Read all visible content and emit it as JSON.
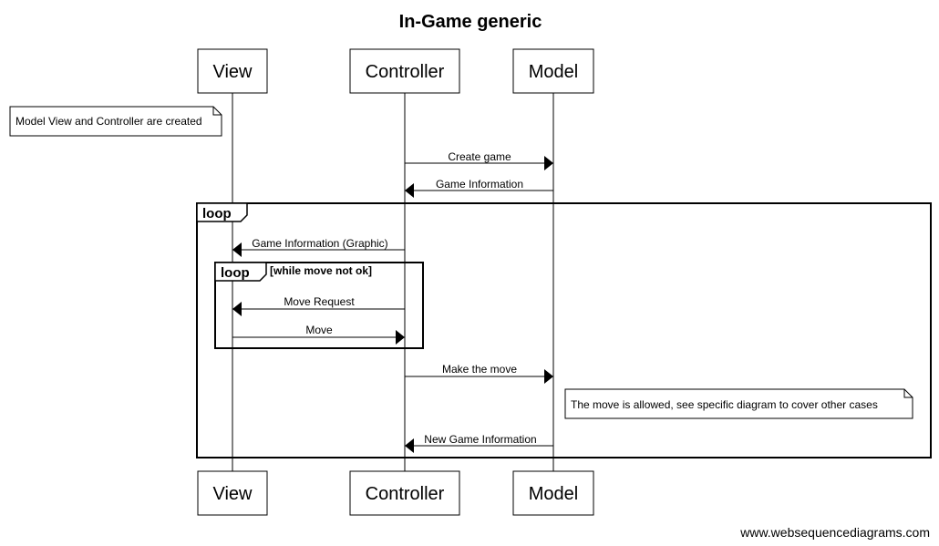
{
  "title": "In-Game generic",
  "actors": {
    "view": "View",
    "controller": "Controller",
    "model": "Model"
  },
  "notes": {
    "created": "Model View and Controller are created",
    "allowed": "The move is allowed, see specific diagram to cover other cases"
  },
  "messages": {
    "create_game": "Create game",
    "game_information": "Game Information",
    "game_information_graphic": "Game Information (Graphic)",
    "move_request": "Move Request",
    "move": "Move",
    "make_the_move": "Make the move",
    "new_game_information": "New Game Information"
  },
  "loops": {
    "outer_label": "loop",
    "inner_label": "loop",
    "inner_condition": "[while move not ok]"
  },
  "footer": "www.websequencediagrams.com"
}
